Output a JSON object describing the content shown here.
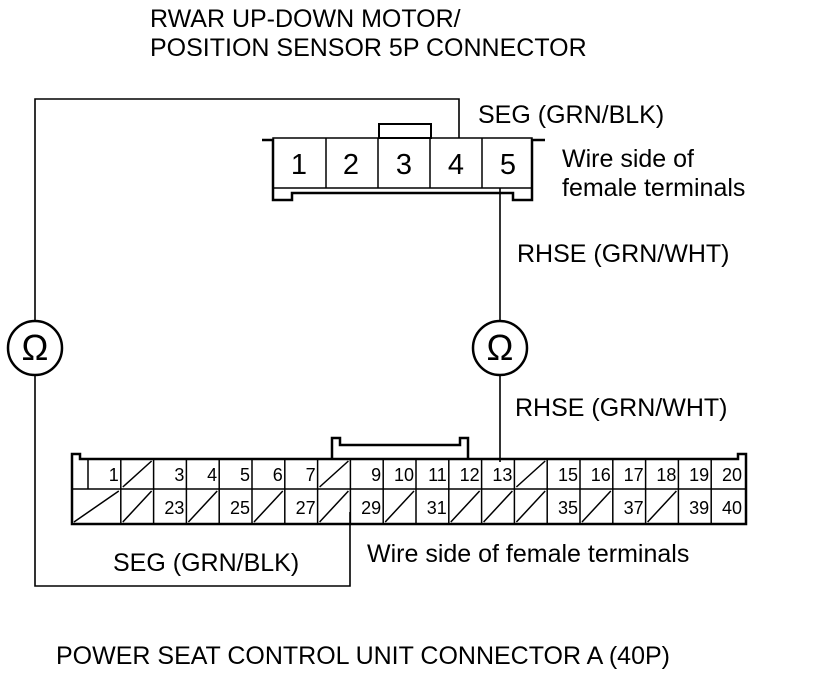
{
  "title_line1": "RWAR UP-DOWN MOTOR/",
  "title_line2": "POSITION SENSOR 5P CONNECTOR",
  "seg_top": "SEG (GRN/BLK)",
  "wire_side_line1": "Wire side of",
  "wire_side_line2": "female terminals",
  "rhse_top": "RHSE (GRN/WHT)",
  "rhse_bottom": "RHSE (GRN/WHT)",
  "seg_bottom": "SEG (GRN/BLK)",
  "wire_side_bottom": "Wire side of female terminals",
  "bottom_title": "POWER SEAT CONTROL UNIT CONNECTOR A (40P)",
  "ohm_symbol": "Ω",
  "connector_5p": {
    "pins": [
      "1",
      "2",
      "3",
      "4",
      "5"
    ]
  },
  "connector_40p": {
    "row1": [
      "1",
      "",
      "3",
      "4",
      "5",
      "6",
      "7",
      "",
      "9",
      "10",
      "11",
      "12",
      "13",
      "",
      "15",
      "16",
      "17",
      "18",
      "19",
      "20"
    ],
    "row2": [
      "",
      "",
      "23",
      "",
      "25",
      "",
      "27",
      "",
      "29",
      "",
      "31",
      "",
      "",
      "",
      "35",
      "",
      "37",
      "",
      "39",
      "40"
    ]
  }
}
